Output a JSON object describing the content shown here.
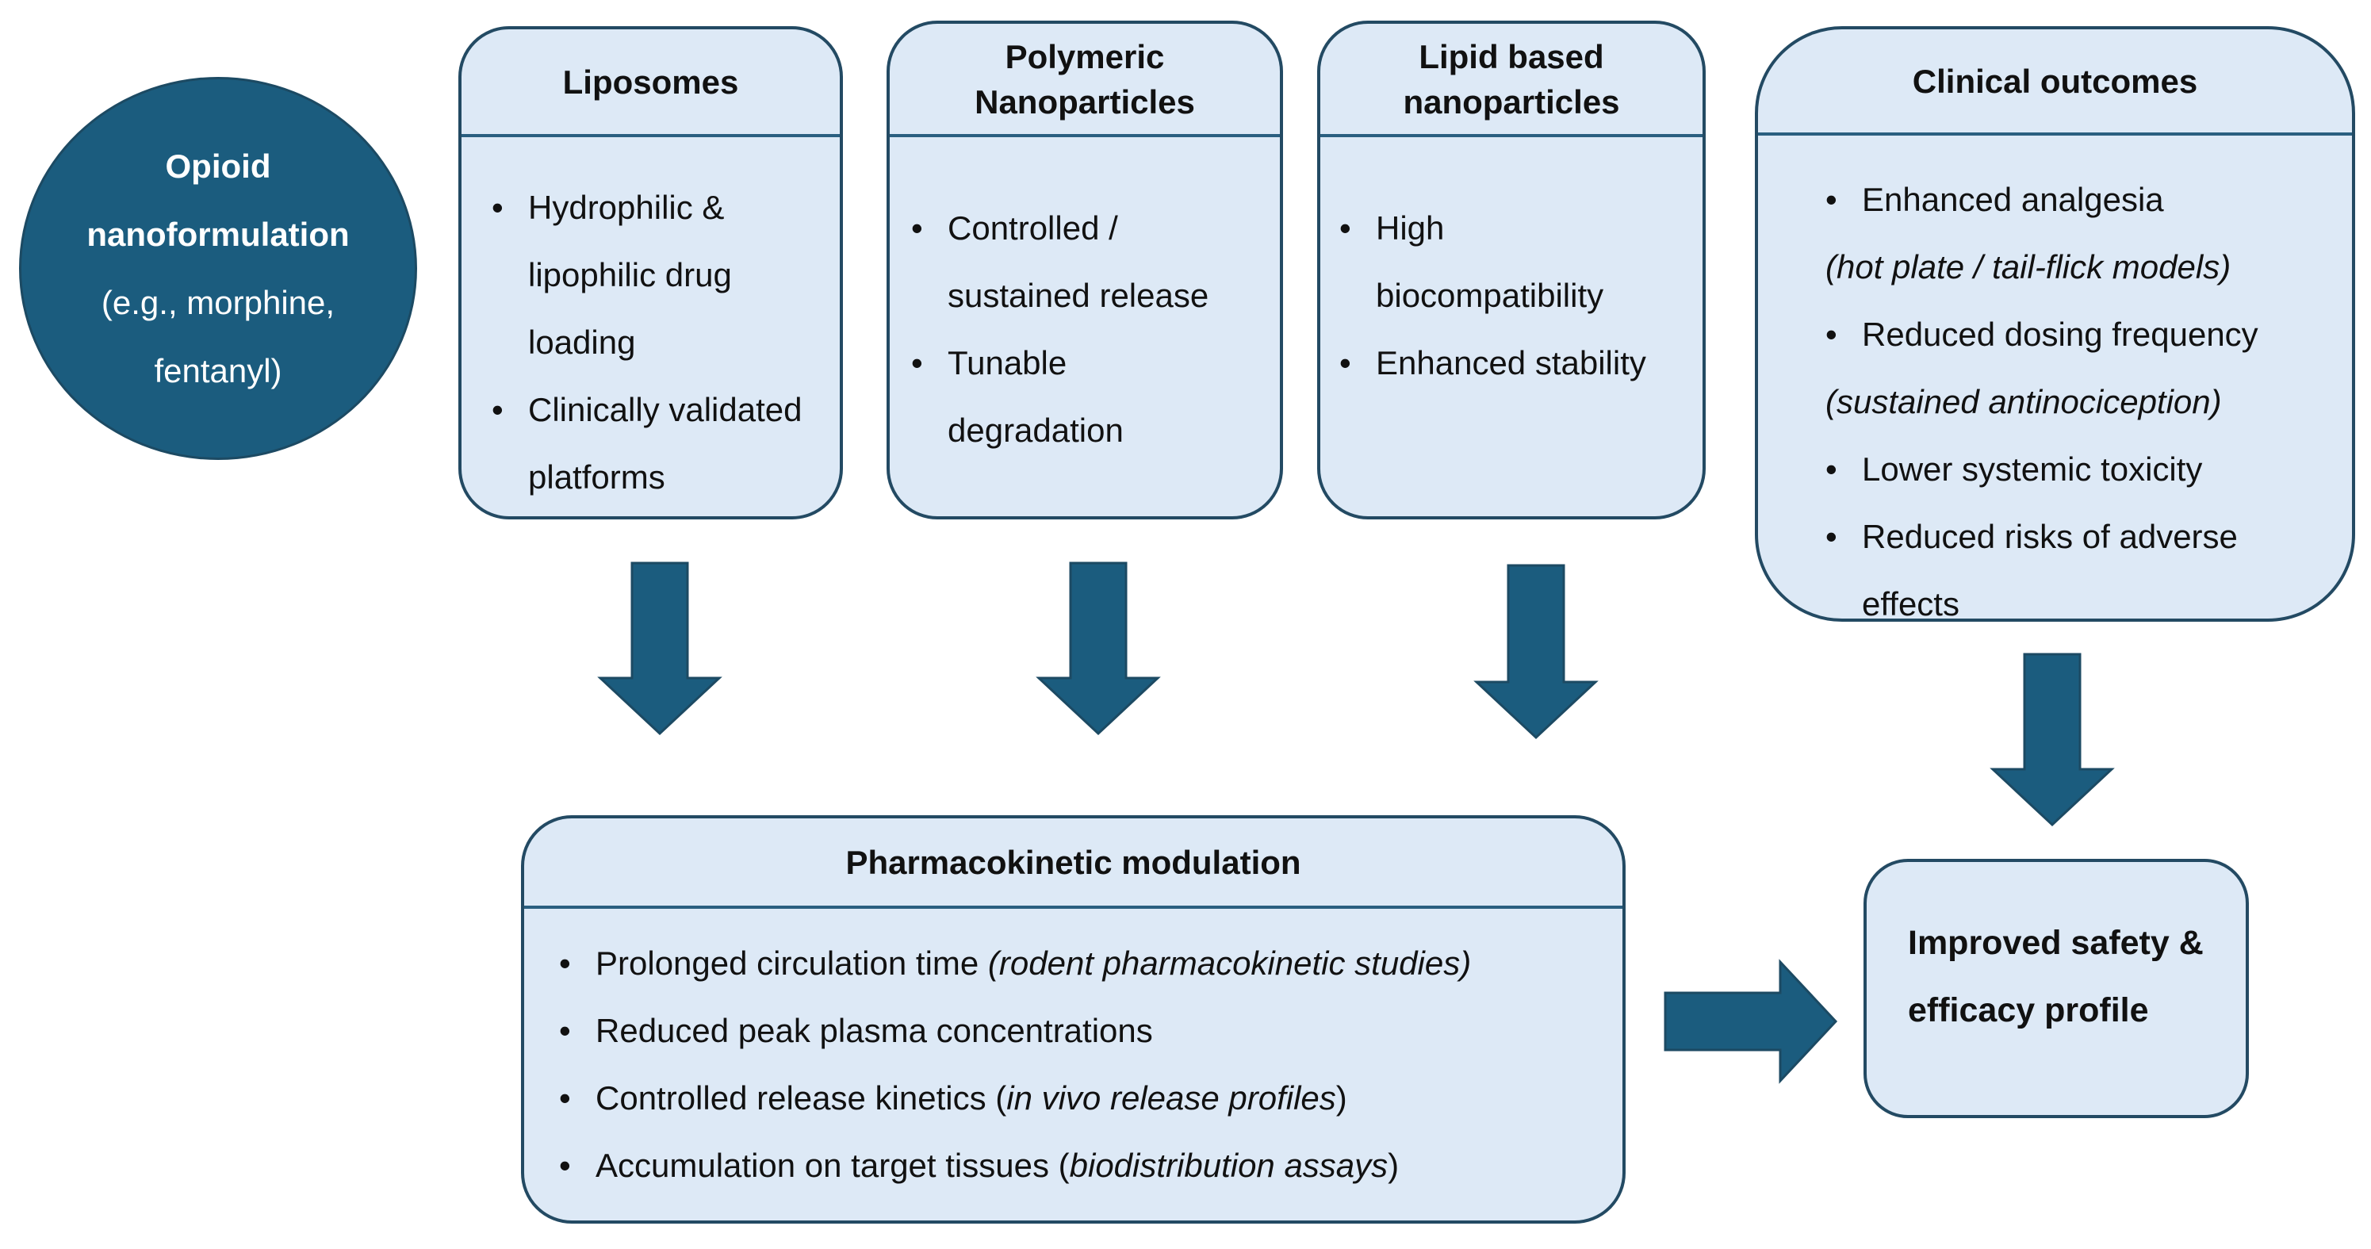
{
  "colors": {
    "circle_fill": "#1b5c7e",
    "box_fill": "#dde9f6",
    "box_border": "#234a63",
    "arrow": "#1b5c7e"
  },
  "start": {
    "line1": "Opioid",
    "line2": "nanoformulation",
    "line3": "(e.g., morphine,",
    "line4": "fentanyl)"
  },
  "liposomes": {
    "title": "Liposomes",
    "item1": [
      "Hydrophilic &",
      "lipophilic drug",
      "loading"
    ],
    "item2": [
      "Clinically validated",
      "platforms"
    ]
  },
  "polymeric": {
    "title": [
      "Polymeric",
      "Nanoparticles"
    ],
    "item1": [
      "Controlled /",
      "sustained release"
    ],
    "item2": [
      "Tunable",
      "degradation"
    ]
  },
  "lipid": {
    "title": [
      "Lipid based",
      "nanoparticles"
    ],
    "item1": [
      "High",
      "biocompatibility"
    ],
    "item2": [
      "Enhanced stability"
    ]
  },
  "clinical": {
    "title": "Clinical outcomes",
    "item1": "Enhanced analgesia",
    "note1": "(hot plate / tail-flick models)",
    "item2": "Reduced dosing frequency",
    "note2": "(sustained antinociception)",
    "item3": "Lower systemic toxicity",
    "item4": [
      "Reduced risks of adverse",
      "effects"
    ]
  },
  "pk": {
    "title": "Pharmacokinetic modulation",
    "item1": {
      "text": "Prolonged circulation time ",
      "italic": "(rodent pharmacokinetic studies)",
      "after": ""
    },
    "item2": {
      "text": "Reduced peak plasma concentrations",
      "italic": "",
      "after": ""
    },
    "item3": {
      "text": "Controlled release kinetics (",
      "italic": "in vivo release profiles",
      "after": ")"
    },
    "item4": {
      "text": "Accumulation on target tissues (",
      "italic": "biodistribution assays",
      "after": ")"
    }
  },
  "improved": {
    "line1": "Improved safety &",
    "line2": "efficacy profile"
  }
}
